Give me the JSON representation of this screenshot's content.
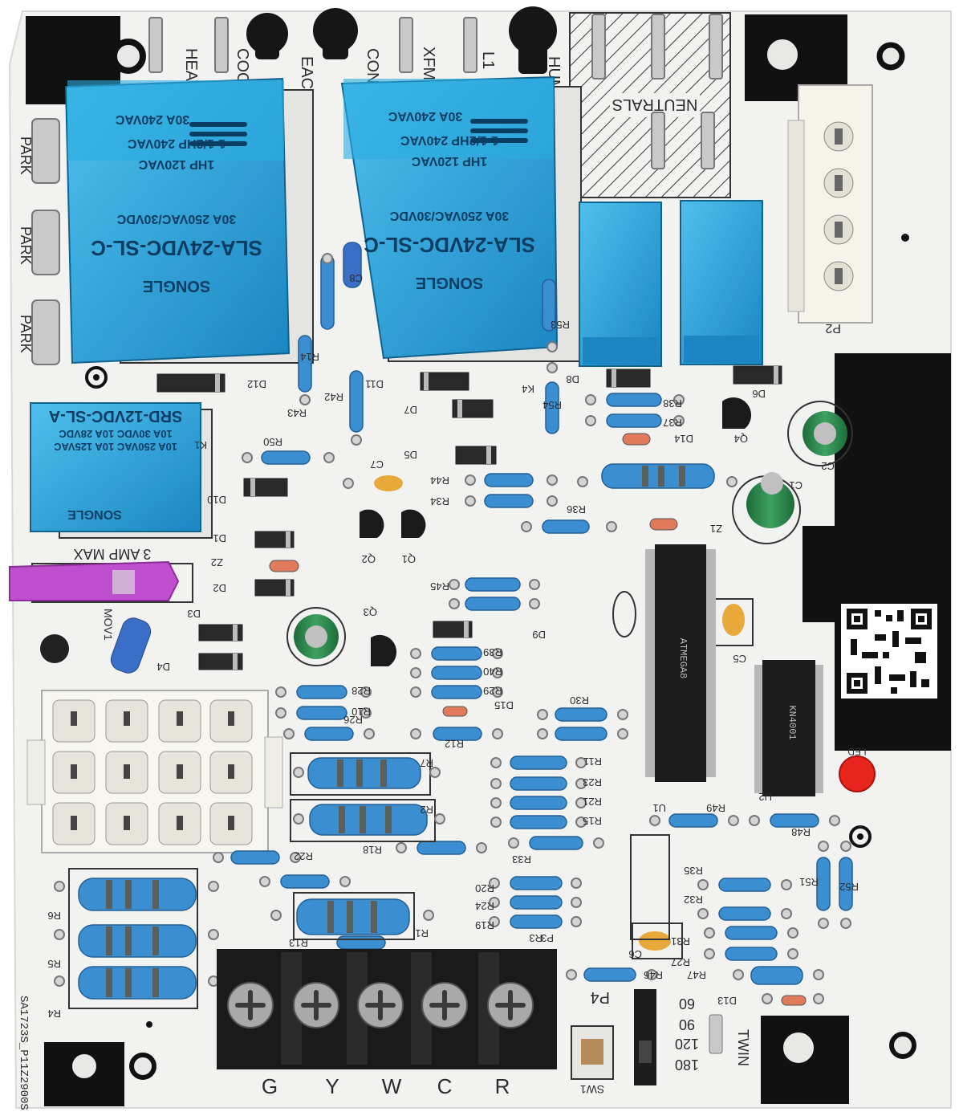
{
  "photo": {
    "board_color": "#f2f2f0",
    "relay_color": "#2aa3d8",
    "resistor_color": "#3b8fd1",
    "silkscreen_color": "#2b2b2b",
    "fuse_color": "#c04fd0",
    "led_color": "#e8261e",
    "mask_color": "#111111"
  },
  "relays": {
    "big_1": {
      "brand": "SONGLE",
      "model": "SLA-24VDC-SL-C",
      "rating1": "30A 250VAC/30VDC",
      "rating2": "1HP 120VAC",
      "rating3": "1-1/2HP 240VAC",
      "rating4": "30A 240VAC"
    },
    "big_2": {
      "brand": "SONGLE",
      "model": "SLA-24VDC-SL-C",
      "rating1": "30A 250VAC/30VDC",
      "rating2": "1HP 120VAC",
      "rating3": "1-1/2HP 240VAC",
      "rating4": "30A 240VAC"
    },
    "small": {
      "model": "SRD-12VDC-SL-A",
      "rating1": "10A 30VDC  10A 28VDC",
      "rating2": "10A 250VAC 10A 125VAC",
      "brand": "SONGLE"
    }
  },
  "silkscreen": {
    "terminals_top": [
      "HEAT",
      "COOL",
      "EAC",
      "CONT",
      "XFMR",
      "L1",
      "HUM"
    ],
    "neutrals": "NEUTRALS",
    "park": [
      "PARK",
      "PARK",
      "PARK"
    ],
    "terminal_strip": [
      "G",
      "Y",
      "W",
      "C",
      "R"
    ],
    "fuse": "3 AMP MAX",
    "part_number": "SA1723S_P11Z2900S",
    "jumper_label": "P4",
    "jumper_options": [
      "60",
      "90",
      "120",
      "180"
    ],
    "switch_label": "SW1",
    "twin_label": "TWIN",
    "led_label": "LED",
    "connector_p2": "P2",
    "mov": "MOV1",
    "labels": [
      "R50",
      "R45",
      "R44",
      "R34",
      "R36",
      "R38",
      "R37",
      "R54",
      "R53",
      "R42",
      "R43",
      "R14",
      "R28",
      "R10",
      "R26",
      "R39",
      "R40",
      "R29",
      "R12",
      "R30",
      "R11",
      "R23",
      "R21",
      "R15",
      "R49",
      "R48",
      "R22",
      "R18",
      "R33",
      "R20",
      "R24",
      "R19",
      "R13",
      "R7",
      "R2",
      "R5",
      "R6",
      "R4",
      "R1",
      "R3",
      "R35",
      "R32",
      "R31",
      "R27",
      "R47",
      "R46",
      "R51",
      "R52",
      "D1",
      "D2",
      "D3",
      "D4",
      "D5",
      "D6",
      "D7",
      "D8",
      "D9",
      "D10",
      "D11",
      "D12",
      "D13",
      "D14",
      "D15",
      "Z1",
      "Z2",
      "Q1",
      "Q2",
      "Q3",
      "Q4",
      "C1",
      "C2",
      "C5",
      "C6",
      "C7",
      "C8",
      "K1",
      "K4",
      "U1",
      "U2",
      "P3"
    ]
  },
  "chips": {
    "u1": "ATMEGA8",
    "u2": "KN4001"
  }
}
